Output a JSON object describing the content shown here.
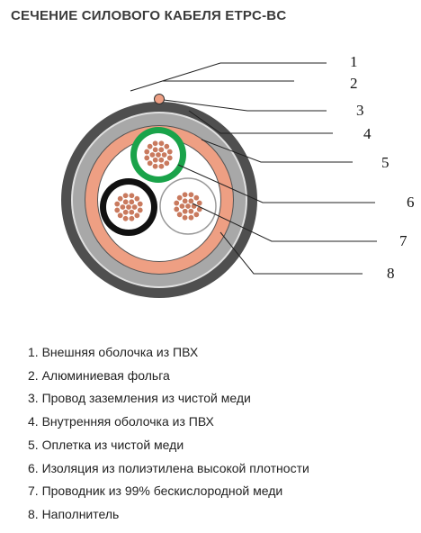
{
  "title": "СЕЧЕНИЕ СИЛОВОГО КАБЕЛЯ ETPC-BC",
  "callouts": [
    "1",
    "2",
    "3",
    "4",
    "5",
    "6",
    "7",
    "8"
  ],
  "legend": [
    "1. Внешняя оболочка из ПВХ",
    "2. Алюминиевая фольга",
    "3. Провод заземления из чистой меди",
    "4. Внутренняя оболочка из ПВХ",
    "5. Оплетка из чистой меди",
    "6. Изоляция из полиэтилена высокой плотности",
    "7. Проводник из 99% бескислородной меди",
    "8. Наполнитель"
  ],
  "colors": {
    "outer_sheath": "#4f4f4f",
    "aluminum_foil": "#e0e0e0",
    "inner_sheath": "#a8a8a8",
    "copper_braid": "#ee9f83",
    "insulation_green": "#1aa34a",
    "insulation_black": "#111111",
    "insulation_white": "#ffffff",
    "copper_strand": "#c97a5e",
    "filler": "#ffffff"
  }
}
